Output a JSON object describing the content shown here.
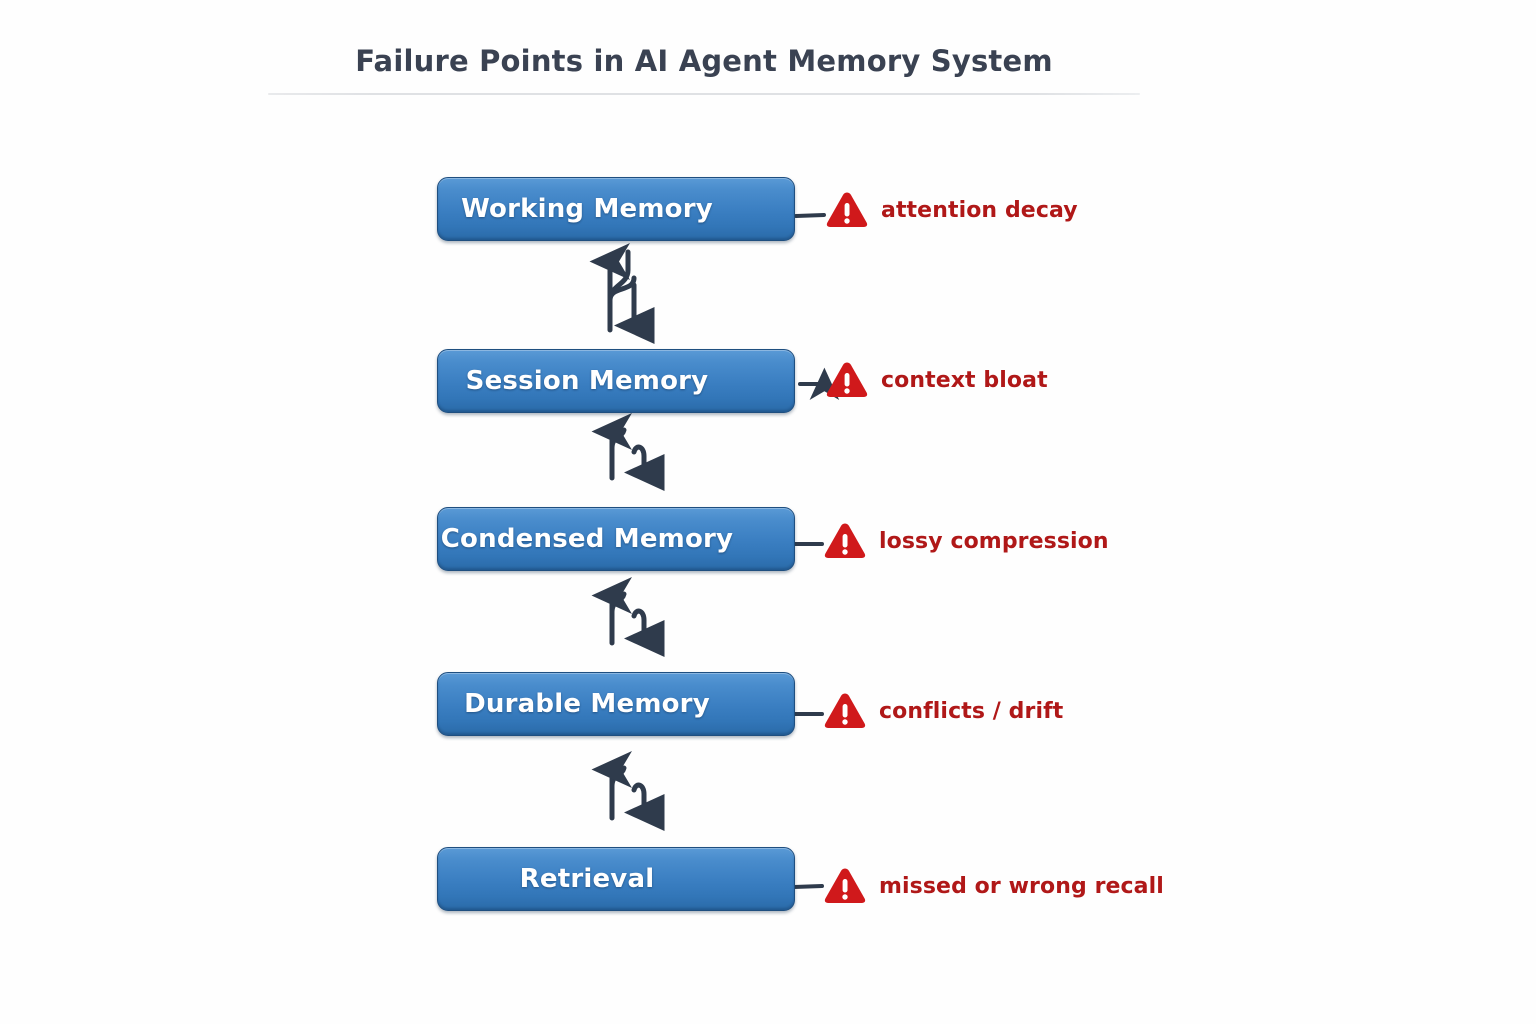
{
  "header": {
    "title": "Failure Points in AI Agent Memory System",
    "rule": true
  },
  "colors": {
    "title_text": "#3a4252",
    "node_fill_top": "#5a9ad6",
    "node_fill_bottom": "#2a6aa8",
    "node_border": "#1f4f80",
    "node_label": "#ffffff",
    "warning_red": "#d0191b",
    "annotation_text": "#b01818",
    "arrow": "#2f3b4c",
    "background": "#fefefe",
    "rule": "#dfe1e4"
  },
  "diagram": {
    "type": "flow-chain-vertical",
    "node_count": 5,
    "nodes": [
      {
        "id": "working-memory",
        "label": "Working Memory",
        "warning_icon": "warning-triangle-icon",
        "annotation": "attention decay"
      },
      {
        "id": "session-memory",
        "label": "Session Memory",
        "warning_icon": "warning-triangle-icon",
        "annotation": "context bloat"
      },
      {
        "id": "condensed-memory",
        "label": "Condensed Memory",
        "warning_icon": "warning-triangle-icon",
        "annotation": "lossy compression"
      },
      {
        "id": "durable-memory",
        "label": "Durable Memory",
        "warning_icon": "warning-triangle-icon",
        "annotation": "conflicts / drift"
      },
      {
        "id": "retrieval",
        "label": "Retrieval",
        "warning_icon": "warning-triangle-icon",
        "annotation": "missed or wrong recall"
      }
    ],
    "connectors": [
      {
        "from": "working-memory",
        "to": "session-memory",
        "style": "double-arrow-s-curve"
      },
      {
        "from": "session-memory",
        "to": "condensed-memory",
        "style": "double-arrow-s-curve-broken"
      },
      {
        "from": "condensed-memory",
        "to": "durable-memory",
        "style": "double-arrow-s-curve-broken"
      },
      {
        "from": "durable-memory",
        "to": "retrieval",
        "style": "double-arrow-s-curve-broken"
      }
    ]
  }
}
